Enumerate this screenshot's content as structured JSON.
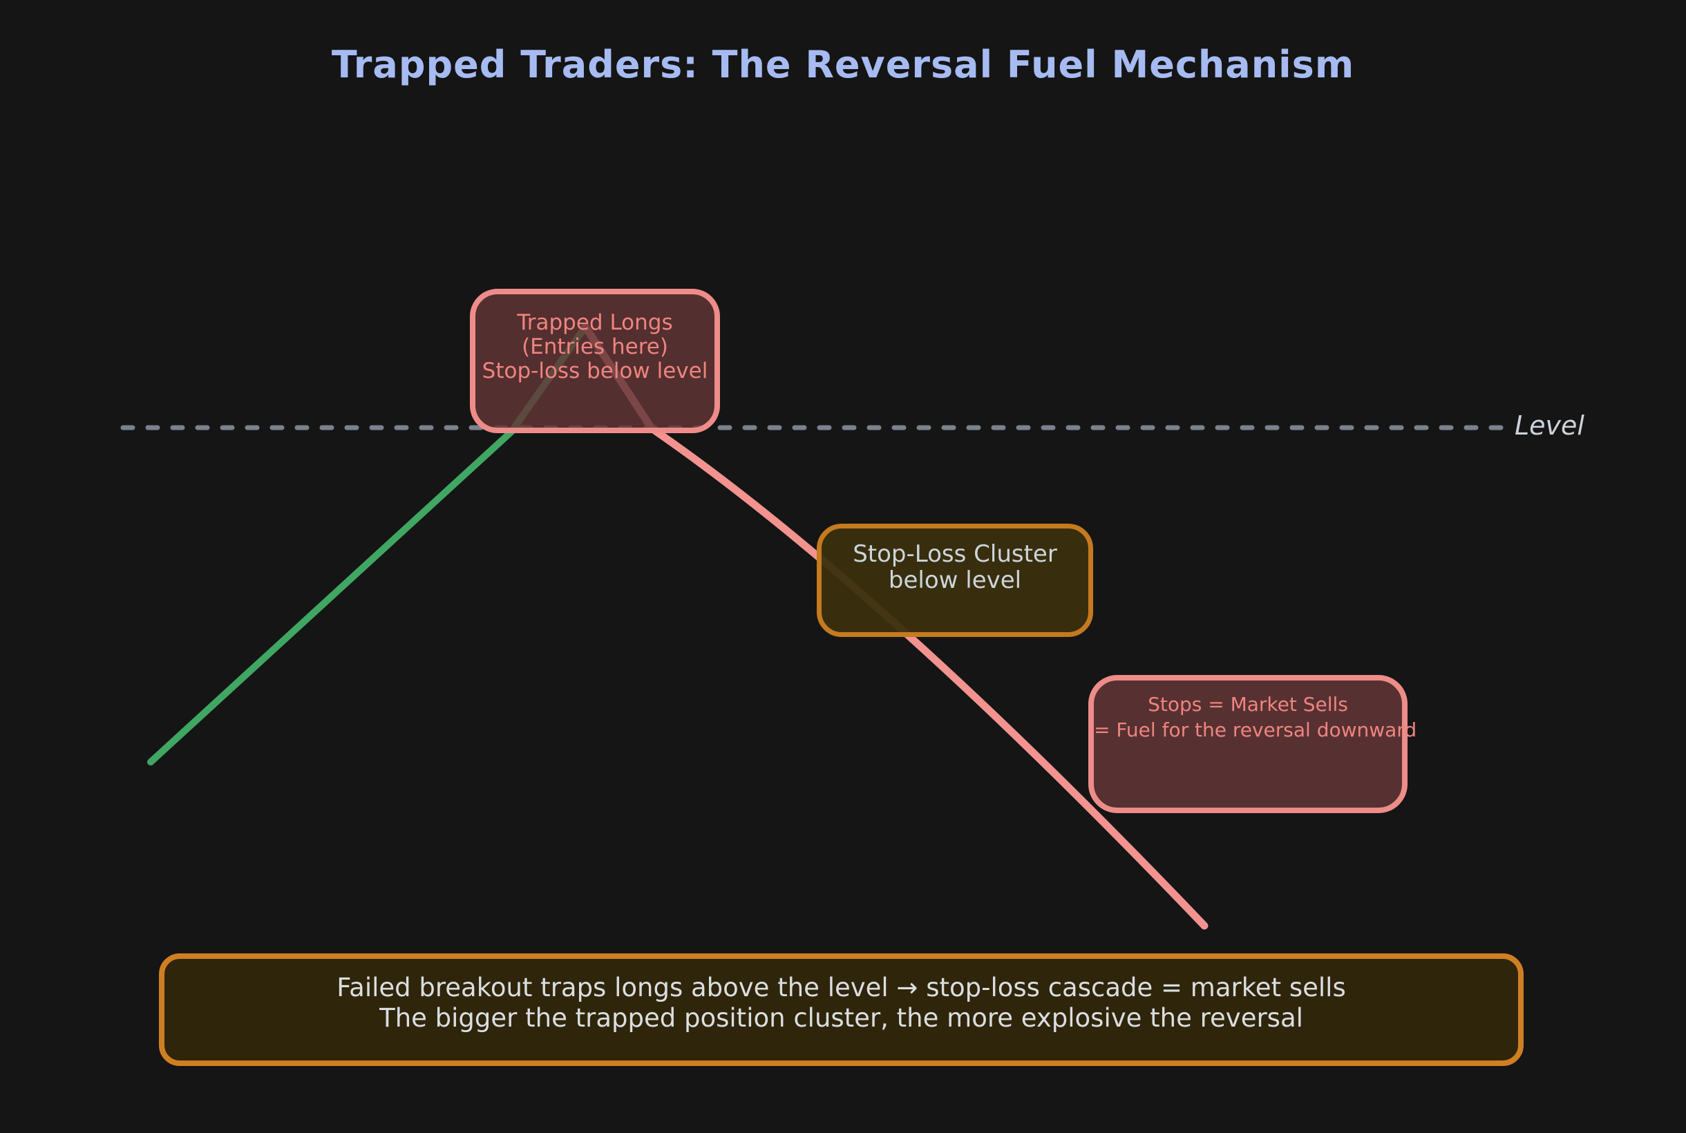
{
  "title": "Trapped Traders: The Reversal Fuel Mechanism",
  "level": {
    "label": "Level"
  },
  "boxes": {
    "trapped_longs": {
      "line1": "Trapped Longs",
      "line2": "(Entries here)",
      "line3": "Stop-loss below level"
    },
    "stop_loss_cluster": {
      "line1": "Stop-Loss Cluster",
      "line2": "below level"
    },
    "stops_market_sells": {
      "line1": "Stops = Market Sells",
      "line2": "= Fuel for the reversal downward"
    },
    "summary": {
      "line1": "Failed breakout traps longs above the level → stop-loss cascade = market sells",
      "line2": "The bigger the trapped position cluster, the more explosive the reversal"
    }
  },
  "lines": {
    "uptrend": {
      "label": "breakout uptrend",
      "color": "#40a663"
    },
    "reversal": {
      "label": "failed breakout reversal",
      "color": "#f29390"
    },
    "level_dashed": {
      "label": "horizontal resistance level",
      "color": "#7a828d"
    }
  },
  "colors": {
    "background": "#151515",
    "title": "#a6bbf2",
    "pink_border": "#ee8c89",
    "salmon_text": "#ef8480",
    "orange_border": "#cf7f23",
    "maroon_fill": "#4f2d2d",
    "olive_fill": "#32290c",
    "light_text": "#dadee1"
  }
}
